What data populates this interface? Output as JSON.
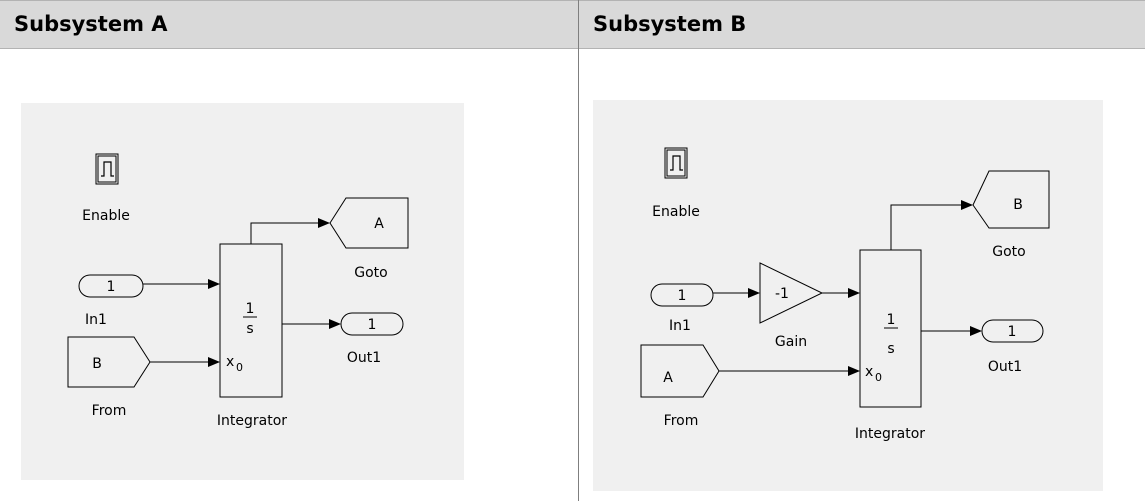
{
  "headers": {
    "a": "Subsystem A",
    "b": "Subsystem B"
  },
  "subsystem_a": {
    "enable_label": "Enable",
    "in_port_value": "1",
    "in_label": "In1",
    "from_tag": "B",
    "from_label": "From",
    "integrator_num": "1",
    "integrator_den": "s",
    "integrator_x0": "x",
    "integrator_x0_sub": "0",
    "integrator_label": "Integrator",
    "goto_tag": "A",
    "goto_label": "Goto",
    "out_port_value": "1",
    "out_label": "Out1"
  },
  "subsystem_b": {
    "enable_label": "Enable",
    "in_port_value": "1",
    "in_label": "In1",
    "gain_value": "-1",
    "gain_label": "Gain",
    "from_tag": "A",
    "from_label": "From",
    "integrator_num": "1",
    "integrator_den": "s",
    "integrator_x0": "x",
    "integrator_x0_sub": "0",
    "integrator_label": "Integrator",
    "goto_tag": "B",
    "goto_label": "Goto",
    "out_port_value": "1",
    "out_label": "Out1"
  }
}
